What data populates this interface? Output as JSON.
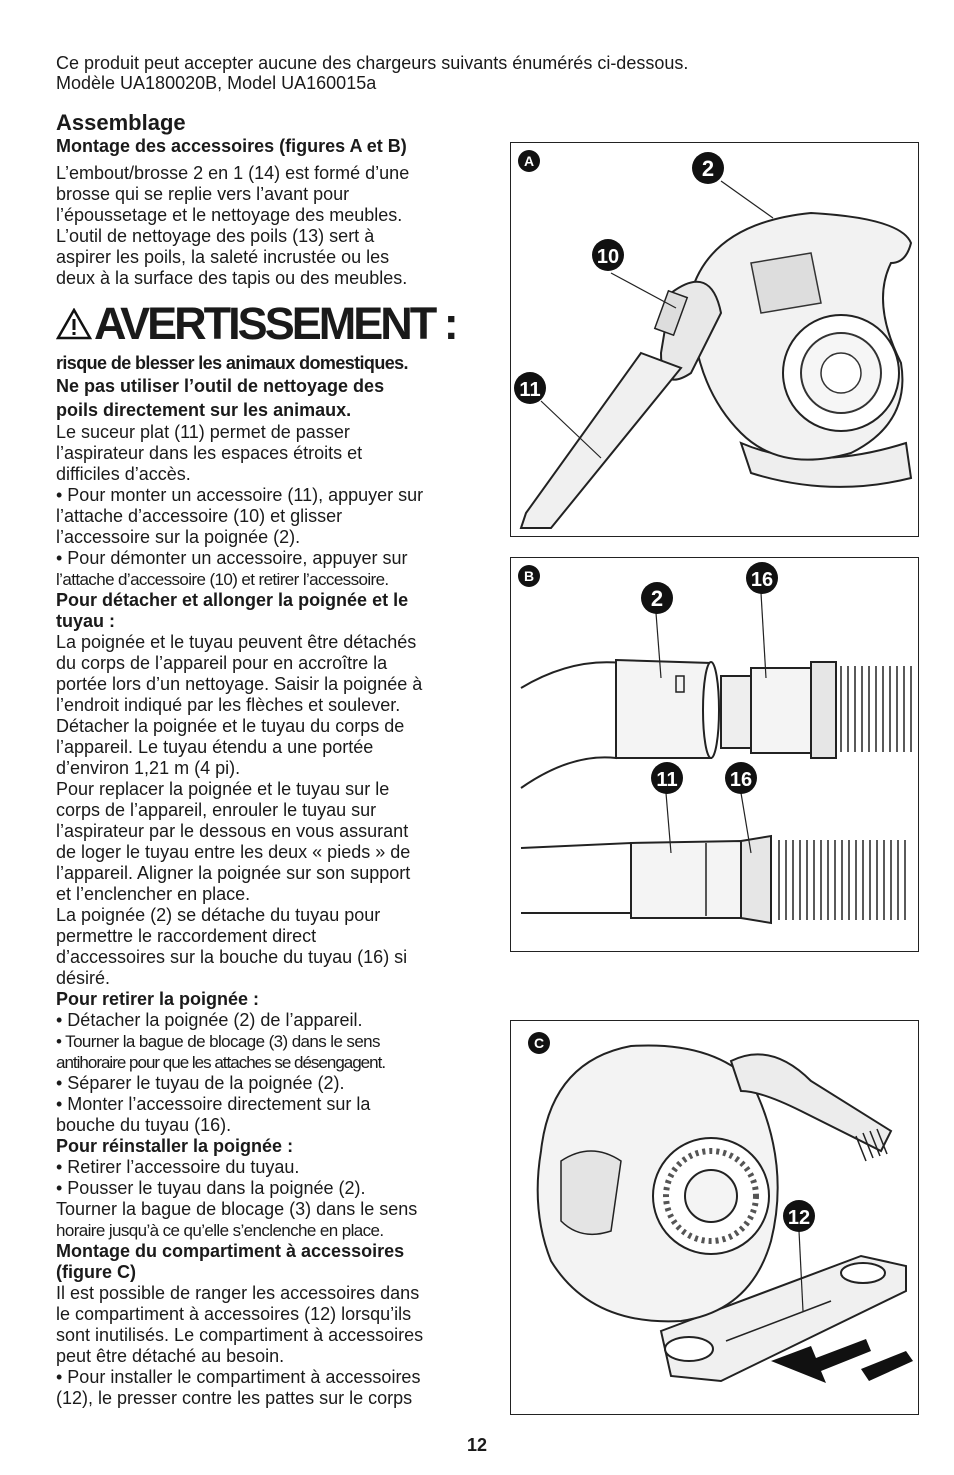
{
  "intro": {
    "line1": "Ce produit peut accepter aucune des chargeurs suivants énumérés ci-dessous.",
    "line2": "Modèle UA180020B, Model UA160015a"
  },
  "assembly": {
    "heading": "Assemblage",
    "subheading": "Montage des accessoires (figures A et B)",
    "p1": [
      "L’embout/brosse 2 en 1 (14) est formé d’une",
      "brosse qui se replie vers l’avant pour",
      "l’époussetage et le nettoyage des meubles.",
      "L’outil de nettoyage des poils (13) sert à",
      "aspirer les poils, la saleté incrustée ou les",
      "deux à la surface des tapis ou des meubles."
    ]
  },
  "warning": {
    "word": "AVERTISSEMENT :",
    "icon": "warning-triangle-icon",
    "bold_lines": [
      "risque de blesser les animaux domestiques.",
      "Ne pas utiliser l’outil de nettoyage des",
      "poils directement sur les animaux."
    ]
  },
  "body": {
    "crevice": [
      "Le suceur plat (11) permet de passer",
      "l’aspirateur dans les espaces étroits et",
      "difficiles d’accès.",
      "• Pour monter un accessoire (11), appuyer sur",
      "l’attache d’accessoire (10) et glisser",
      "l’accessoire sur la poignée (2).",
      "• Pour démonter un accessoire, appuyer sur"
    ],
    "crevice_condensed": "l’attache d’accessoire (10) et retirer l’accessoire.",
    "detach_heading": [
      "Pour détacher et allonger la poignée et le",
      "tuyau :"
    ],
    "detach_text": [
      "La poignée et le tuyau peuvent être détachés",
      "du corps de l’appareil pour en accroître la",
      "portée lors d’un nettoyage. Saisir la poignée à",
      "l’endroit indiqué par les flèches et soulever.",
      "Détacher la poignée et le tuyau du corps de",
      "l’appareil. Le tuyau étendu a une portée",
      "d’environ 1,21 m (4 pi).",
      "Pour replacer la poignée et le tuyau sur le",
      "corps de l’appareil, enrouler le tuyau sur",
      "l’aspirateur par le dessous en vous assurant",
      "de loger le tuyau entre les deux « pieds » de",
      "l’appareil. Aligner la poignée sur son support",
      "et l’enclencher en place.",
      "La poignée (2) se détache du tuyau pour",
      "permettre le raccordement direct",
      "d’accessoires sur la bouche du tuyau (16) si",
      "désiré."
    ],
    "remove_heading": "Pour retirer la poignée :",
    "remove_line1": "• Détacher la poignée (2) de l’appareil.",
    "remove_condensed": [
      "• Tourner la bague de blocage (3) dans le sens",
      "antihoraire pour que les attaches se désengagent."
    ],
    "remove_rest": [
      "• Séparer le tuyau de la poignée (2).",
      "• Monter l’accessoire directement sur la",
      "bouche du tuyau (16)."
    ],
    "reinstall_heading": "Pour réinstaller la poignée :",
    "reinstall_lines": [
      "• Retirer l’accessoire du tuyau.",
      "• Pousser le tuyau dans la poignée (2).",
      "Tourner la bague de blocage (3) dans le sens"
    ],
    "reinstall_condensed": "horaire jusqu’à ce qu’elle s’enclenche en place.",
    "storage_heading": [
      "Montage du compartiment à accessoires",
      "(figure C)"
    ],
    "storage_text": [
      "Il est possible de ranger les accessoires dans",
      "le compartiment à accessoires (12) lorsqu’ils",
      "sont inutilisés. Le compartiment à accessoires",
      "peut être détaché au besoin.",
      "• Pour installer le compartiment à accessoires",
      "(12), le presser contre les pattes sur le corps"
    ]
  },
  "figures": {
    "a": {
      "letter": "A",
      "callouts": [
        "2",
        "10",
        "11"
      ]
    },
    "b": {
      "letter": "B",
      "callouts": [
        "2",
        "16",
        "11",
        "16"
      ]
    },
    "c": {
      "letter": "C",
      "callouts": [
        "12"
      ]
    }
  },
  "page_number": "12"
}
